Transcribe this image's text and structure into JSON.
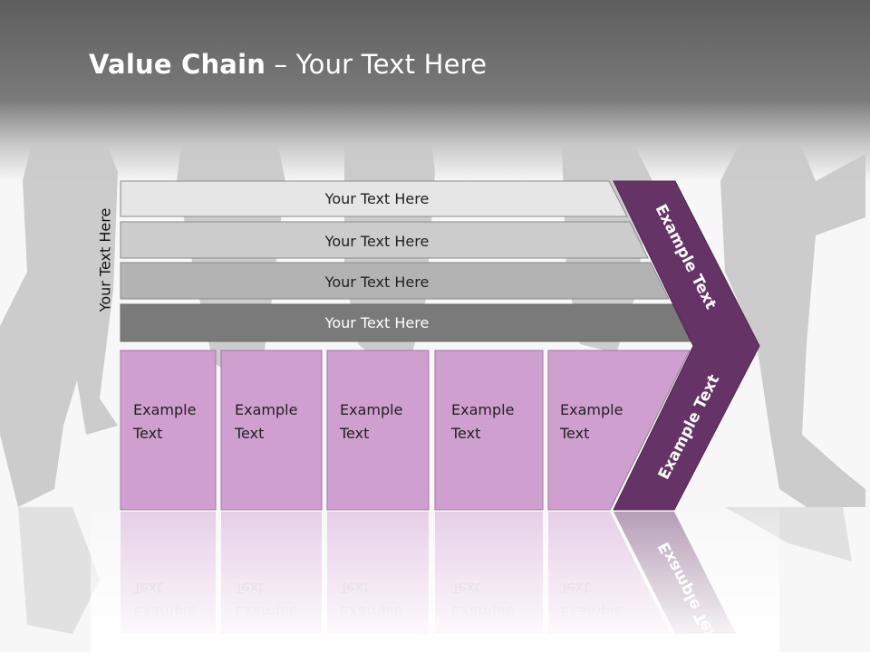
{
  "title": {
    "bold": "Value Chain",
    "rest": " – Your Text Here"
  },
  "side_label": "Your Text Here",
  "support_bars": [
    {
      "label": "Your Text Here",
      "color": "#e6e6e6"
    },
    {
      "label": "Your Text Here",
      "color": "#cccccc"
    },
    {
      "label": "Your Text Here",
      "color": "#b3b3b3"
    },
    {
      "label": "Your Text Here",
      "color": "#7a7a7a"
    }
  ],
  "primary_boxes": [
    {
      "line1": "Example",
      "line2": "Text"
    },
    {
      "line1": "Example",
      "line2": "Text"
    },
    {
      "line1": "Example",
      "line2": "Text"
    },
    {
      "line1": "Example",
      "line2": "Text"
    },
    {
      "line1": "Example",
      "line2": "Text"
    }
  ],
  "chevron": {
    "upper_text": "Example Text",
    "lower_text": "Example Text"
  },
  "colors": {
    "box_fill": "#cf9fcf",
    "chevron_fill": "#663366",
    "silhouette": "#bdbdbd"
  }
}
